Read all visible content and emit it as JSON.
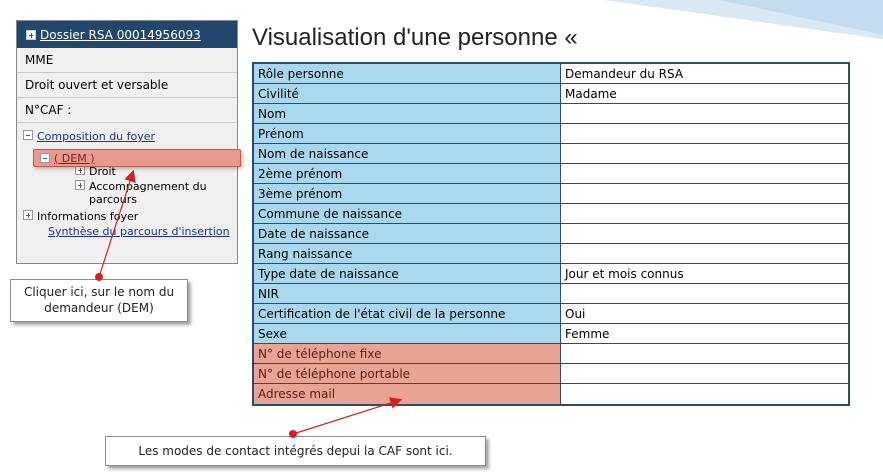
{
  "sidebar": {
    "dossier_link": "Dossier RSA 00014956093",
    "civility": "MME",
    "status": "Droit ouvert et versable",
    "caf_label": "N°CAF :",
    "tree": {
      "composition": "Composition du foyer",
      "dem": "( DEM )",
      "droit": "Droit",
      "accompagnement": "Accompagnement du parcours",
      "informations": "Informations foyer",
      "synthese": "Synthèse du parcours d'insertion"
    }
  },
  "page": {
    "title": "Visualisation d'une personne «"
  },
  "table": {
    "rows": [
      {
        "label": "Rôle personne",
        "value": "Demandeur du RSA"
      },
      {
        "label": "Civilité",
        "value": "Madame"
      },
      {
        "label": "Nom",
        "value": ""
      },
      {
        "label": "Prénom",
        "value": ""
      },
      {
        "label": "Nom de naissance",
        "value": ""
      },
      {
        "label": "2ème prénom",
        "value": ""
      },
      {
        "label": "3ème prénom",
        "value": ""
      },
      {
        "label": "Commune de naissance",
        "value": ""
      },
      {
        "label": "Date de naissance",
        "value": ""
      },
      {
        "label": "Rang naissance",
        "value": ""
      },
      {
        "label": "Type date de naissance",
        "value": "Jour et mois connus"
      },
      {
        "label": "NIR",
        "value": ""
      },
      {
        "label": "Certification de l'état civil de la personne",
        "value": "Oui"
      },
      {
        "label": "Sexe",
        "value": "Femme"
      },
      {
        "label": "N° de téléphone fixe",
        "value": ""
      },
      {
        "label": "N° de téléphone portable",
        "value": ""
      },
      {
        "label": "Adresse mail",
        "value": ""
      }
    ]
  },
  "callouts": {
    "dem_hint": "Cliquer ici, sur le nom du demandeur (DEM)",
    "contact_hint": "Les modes de contact intégrés depui la CAF sont ici."
  },
  "colors": {
    "header_bg": "#21486c",
    "label_bg": "#a8d7ee",
    "highlight": "#e8a393",
    "arrow": "#d42020"
  }
}
